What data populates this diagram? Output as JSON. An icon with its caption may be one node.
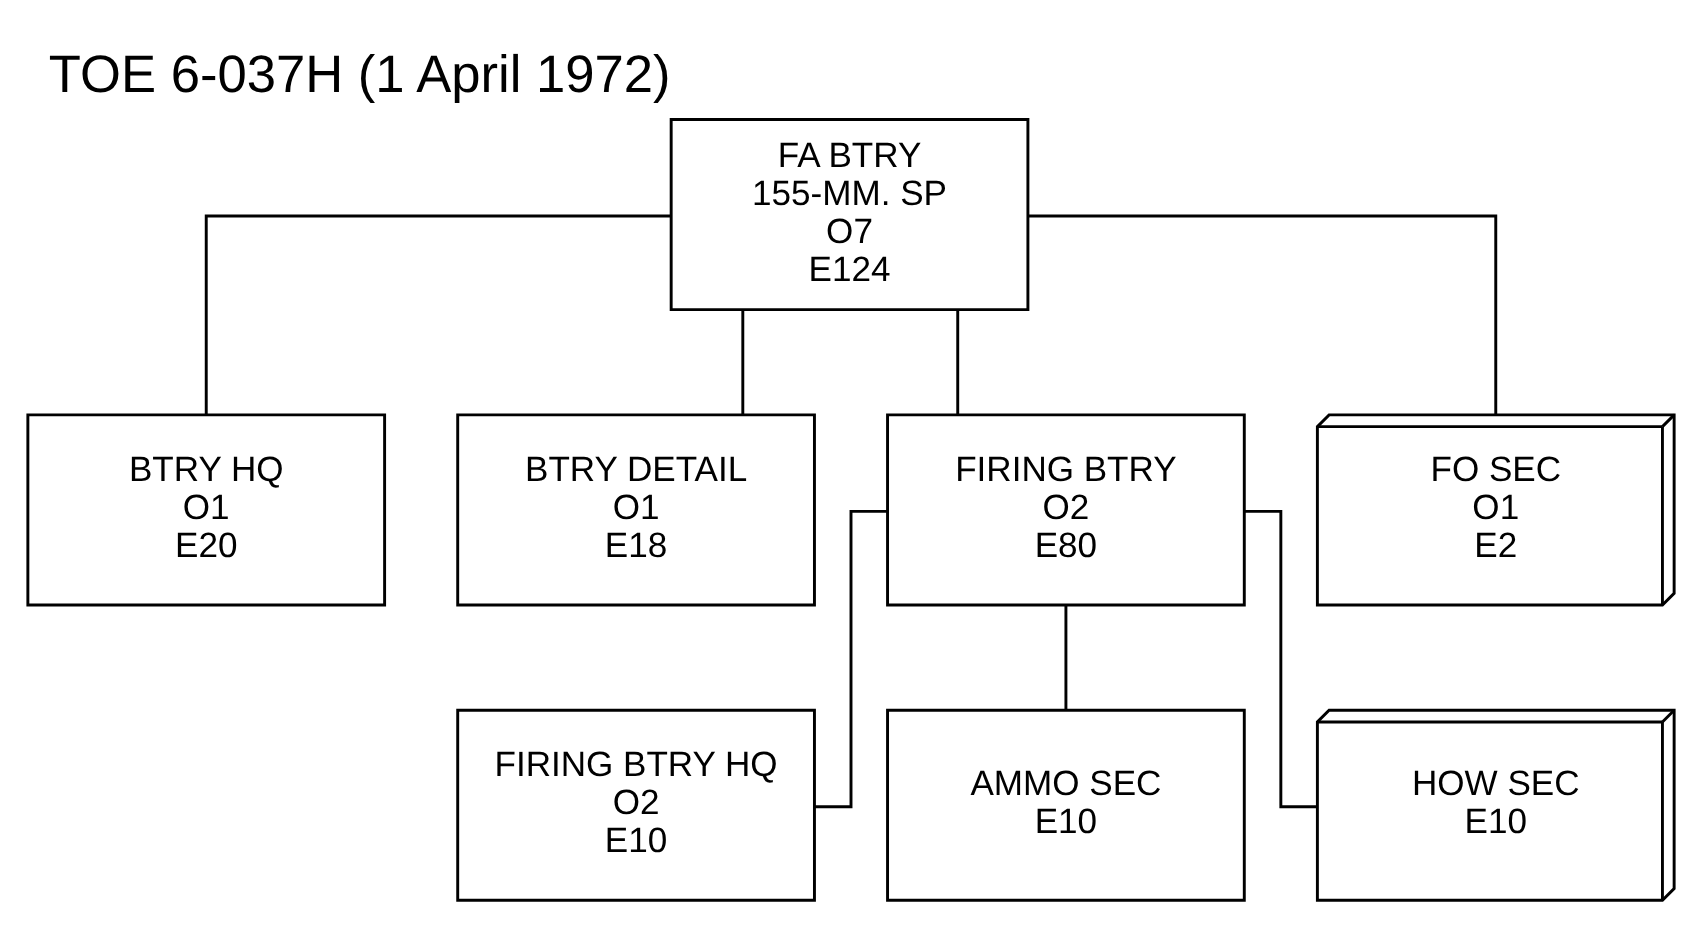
{
  "diagram": {
    "title": "TOE 6-037H (1 April 1972)",
    "nodes": [
      {
        "text": [
          "FA BTRY",
          "155-MM. SP",
          "O7",
          "E124"
        ]
      },
      {
        "text": [
          "BTRY HQ",
          "O1",
          "E20"
        ]
      },
      {
        "text": [
          "BTRY DETAIL",
          "O1",
          "E18"
        ]
      },
      {
        "text": [
          "FIRING BTRY",
          "O2",
          "E80"
        ]
      },
      {
        "text": [
          "FO SEC",
          "O1",
          "E2"
        ]
      },
      {
        "text": [
          "FIRING BTRY HQ",
          "O2",
          "E10"
        ]
      },
      {
        "text": [
          "AMMO SEC",
          "E10"
        ]
      },
      {
        "text": [
          "HOW SEC",
          "E10"
        ]
      }
    ],
    "edges": [
      {
        "from": 0,
        "to": 1,
        "arrow": "none"
      },
      {
        "from": 0,
        "to": 2,
        "arrow": "none"
      },
      {
        "from": 0,
        "to": 3,
        "arrow": "none"
      },
      {
        "from": 0,
        "to": 4,
        "arrow": "none"
      },
      {
        "from": 3,
        "to": 5,
        "arrow": "none"
      },
      {
        "from": 3,
        "to": 6,
        "arrow": "none"
      },
      {
        "from": 3,
        "to": 7,
        "arrow": "none"
      }
    ]
  }
}
